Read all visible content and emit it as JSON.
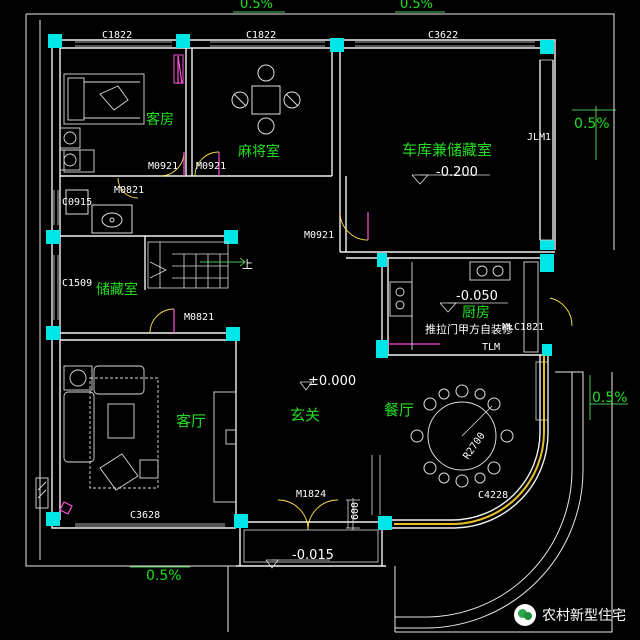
{
  "rooms": {
    "guest_room": "客房",
    "mahjong_room": "麻将室",
    "garage": "车库兼储藏室",
    "storage": "储藏室",
    "kitchen": "厨房",
    "living_room": "客厅",
    "foyer": "玄关",
    "dining_room": "餐厅"
  },
  "windows": {
    "c1822_left": "C1822",
    "c1822_right": "C1822",
    "c3622": "C3622",
    "c0915": "C0915",
    "c1509": "C1509",
    "c3628": "C3628",
    "c4228": "C4228"
  },
  "doors": {
    "m0921_a": "M0921",
    "m0921_b": "M0921",
    "m0921_c": "M0921",
    "m0821_a": "M0821",
    "m0821_b": "M0821",
    "mlc1821": "MLC1821",
    "m1824": "M1824",
    "jlm1": "JLM1",
    "tlm": "TLM"
  },
  "levels": {
    "garage": "-0.200",
    "kitchen": "-0.050",
    "foyer": "±0.000",
    "entrance": "-0.015"
  },
  "slopes": {
    "top_left": "0.5%",
    "top_right": "0.5%",
    "right_upper": "0.5%",
    "right_lower": "0.5%",
    "bottom": "0.5%"
  },
  "notes": {
    "kitchen_door": "推拉门甲方自装修",
    "stair_up": "上",
    "radius": "R2700",
    "step_width": "600"
  },
  "watermark": "农村新型住宅",
  "colors": {
    "background": "#000000",
    "wall": "#f2f2f2",
    "column": "#00e5e5",
    "room_text": "#22dd22",
    "tag_text": "#ffffff",
    "furniture": "#dddddd",
    "dim_line": "#66ff66",
    "door_arc": "#ffe14d",
    "door_leaf": "#ff4fd8",
    "dining_curve": "#e6c02a"
  }
}
